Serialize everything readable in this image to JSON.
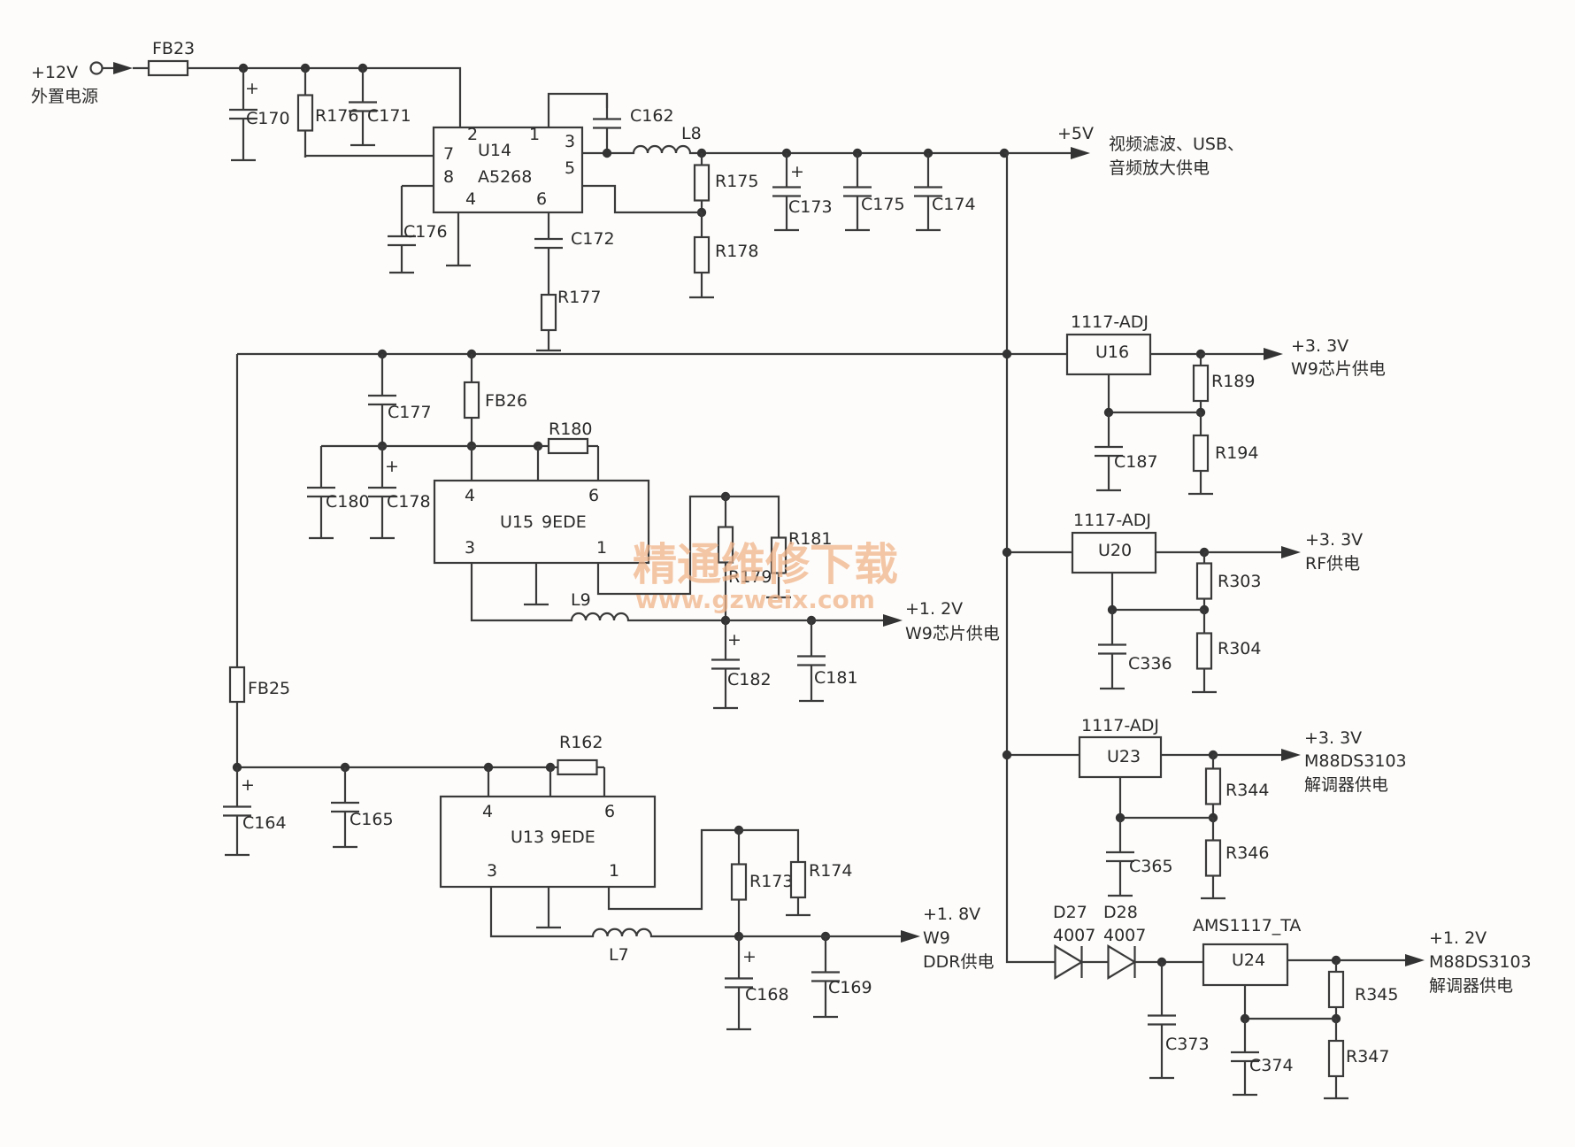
{
  "input": {
    "voltage": "+12V",
    "source": "外置电源"
  },
  "components": {
    "FB23": "FB23",
    "FB25": "FB25",
    "FB26": "FB26",
    "C162": "C162",
    "C164": "C164",
    "C165": "C165",
    "C168": "C168",
    "C169": "C169",
    "C170": "C170",
    "C171": "C171",
    "C172": "C172",
    "C173": "C173",
    "C174": "C174",
    "C175": "C175",
    "C176": "C176",
    "C177": "C177",
    "C178": "C178",
    "C180": "C180",
    "C181": "C181",
    "C182": "C182",
    "C187": "C187",
    "C336": "C336",
    "C365": "C365",
    "C373": "C373",
    "C374": "C374",
    "R162": "R162",
    "R173": "R173",
    "R174": "R174",
    "R175": "R175",
    "R176": "R176",
    "R177": "R177",
    "R178": "R178",
    "R179": "R179",
    "R180": "R180",
    "R181": "R181",
    "R189": "R189",
    "R194": "R194",
    "R303": "R303",
    "R304": "R304",
    "R344": "R344",
    "R345": "R345",
    "R346": "R346",
    "R347": "R347",
    "L7": "L7",
    "L8": "L8",
    "L9": "L9",
    "D27": "D27",
    "D27_type": "4007",
    "D28": "D28",
    "D28_type": "4007"
  },
  "ics": {
    "U14": {
      "ref": "U14",
      "part": "A5268",
      "pins": [
        "2",
        "1",
        "3",
        "7",
        "5",
        "8",
        "4",
        "6"
      ]
    },
    "U15": {
      "ref": "U15",
      "part": "9EDE",
      "pins": [
        "4",
        "6",
        "3",
        "1"
      ]
    },
    "U13": {
      "ref": "U13",
      "part": "9EDE",
      "pins": [
        "4",
        "6",
        "3",
        "1"
      ]
    },
    "U16": {
      "ref": "U16",
      "part": "1117-ADJ"
    },
    "U20": {
      "ref": "U20",
      "part": "1117-ADJ"
    },
    "U23": {
      "ref": "U23",
      "part": "1117-ADJ"
    },
    "U24": {
      "ref": "U24",
      "part": "AMS1117_TA"
    }
  },
  "outputs": {
    "out5v": {
      "voltage": "+5V",
      "line1": "视频滤波、USB、",
      "line2": "音频放大供电"
    },
    "out3v3a": {
      "voltage": "+3. 3V",
      "line1": "W9芯片供电"
    },
    "out3v3b": {
      "voltage": "+3. 3V",
      "line1": "RF供电"
    },
    "out3v3c": {
      "voltage": "+3. 3V",
      "line1": "M88DS3103",
      "line2": "解调器供电"
    },
    "out1v2a": {
      "voltage": "+1. 2V",
      "line1": "W9芯片供电"
    },
    "out1v8": {
      "voltage": "+1. 8V",
      "line1": "W9",
      "line2": "DDR供电"
    },
    "out1v2b": {
      "voltage": "+1. 2V",
      "line1": "M88DS3103",
      "line2": "解调器供电"
    }
  },
  "polarity_mark": "+",
  "watermark": {
    "line1": "精通维修下载",
    "line2": "www.gzweix.com"
  }
}
